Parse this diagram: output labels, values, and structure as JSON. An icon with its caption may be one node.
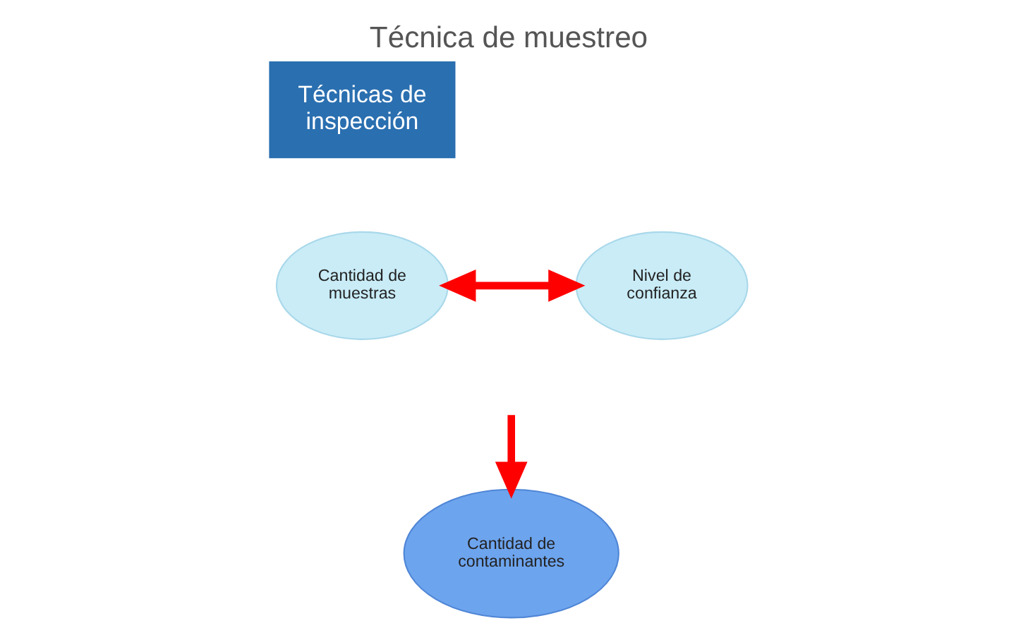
{
  "diagram": {
    "title": "Técnica de muestreo",
    "nodes": [
      {
        "text": [
          "Técnicas de inspección"
        ]
      },
      {
        "text": [
          "Cantidad de muestras"
        ]
      },
      {
        "text": [
          "Nivel de confianza"
        ]
      },
      {
        "text": [
          "Cantidad de contaminantes"
        ]
      }
    ],
    "edges": [
      {
        "from": 1,
        "to": 2,
        "arrow": "both"
      },
      {
        "from": null,
        "to": 3,
        "arrow": "to"
      }
    ]
  }
}
